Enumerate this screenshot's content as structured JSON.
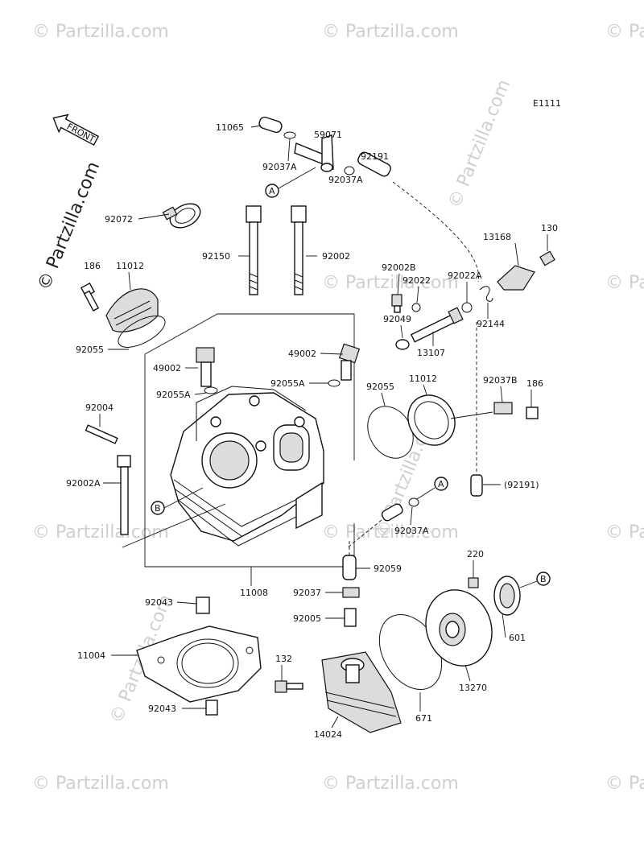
{
  "diagram": {
    "code": "E1111",
    "front_label": "FRONT",
    "watermark": "© Partzilla.com",
    "part_labels": {
      "p11065": "11065",
      "p59071": "59071",
      "p92037A_1": "92037A",
      "p92037A_2": "92037A",
      "p92191": "92191",
      "p92072": "92072",
      "p186_a": "186",
      "p11012_a": "11012",
      "p92055_a": "92055",
      "p92150": "92150",
      "p92002": "92002",
      "p49002_a": "49002",
      "p92055A_a": "92055A",
      "p49002_b": "49002",
      "p92055A_b": "92055A",
      "p92004": "92004",
      "p92002A": "92002A",
      "p11008": "11008",
      "p92002B": "92002B",
      "p92022": "92022",
      "p92022A": "92022A",
      "p92049": "92049",
      "p13107": "13107",
      "p13168": "13168",
      "p130": "130",
      "p92144": "92144",
      "p92055_b": "92055",
      "p11012_b": "11012",
      "p92037B": "92037B",
      "p186_b": "186",
      "p92191_paren": "(92191)",
      "p92037A_3": "92037A",
      "p92059": "92059",
      "p92037": "92037",
      "p92005": "92005",
      "p220": "220",
      "p601": "601",
      "p13270": "13270",
      "p671": "671",
      "p132": "132",
      "p14024": "14024",
      "p92043_a": "92043",
      "p11004": "11004",
      "p92043_b": "92043"
    },
    "callouts": {
      "A": "A",
      "B": "B"
    }
  }
}
